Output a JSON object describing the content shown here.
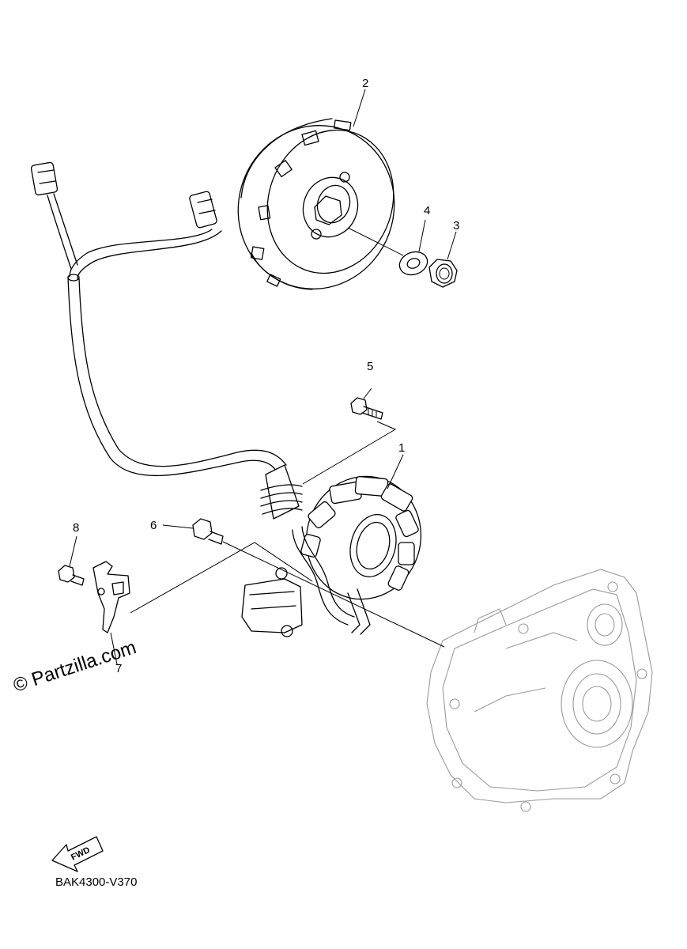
{
  "callouts": [
    {
      "id": "1",
      "label": "1"
    },
    {
      "id": "2",
      "label": "2"
    },
    {
      "id": "3",
      "label": "3"
    },
    {
      "id": "4",
      "label": "4"
    },
    {
      "id": "5",
      "label": "5"
    },
    {
      "id": "6",
      "label": "6"
    },
    {
      "id": "7",
      "label": "7"
    },
    {
      "id": "8",
      "label": "8"
    }
  ],
  "watermark": "© Partzilla.com",
  "fwd_label": "FWD",
  "diagram_code": "BAK4300-V370"
}
